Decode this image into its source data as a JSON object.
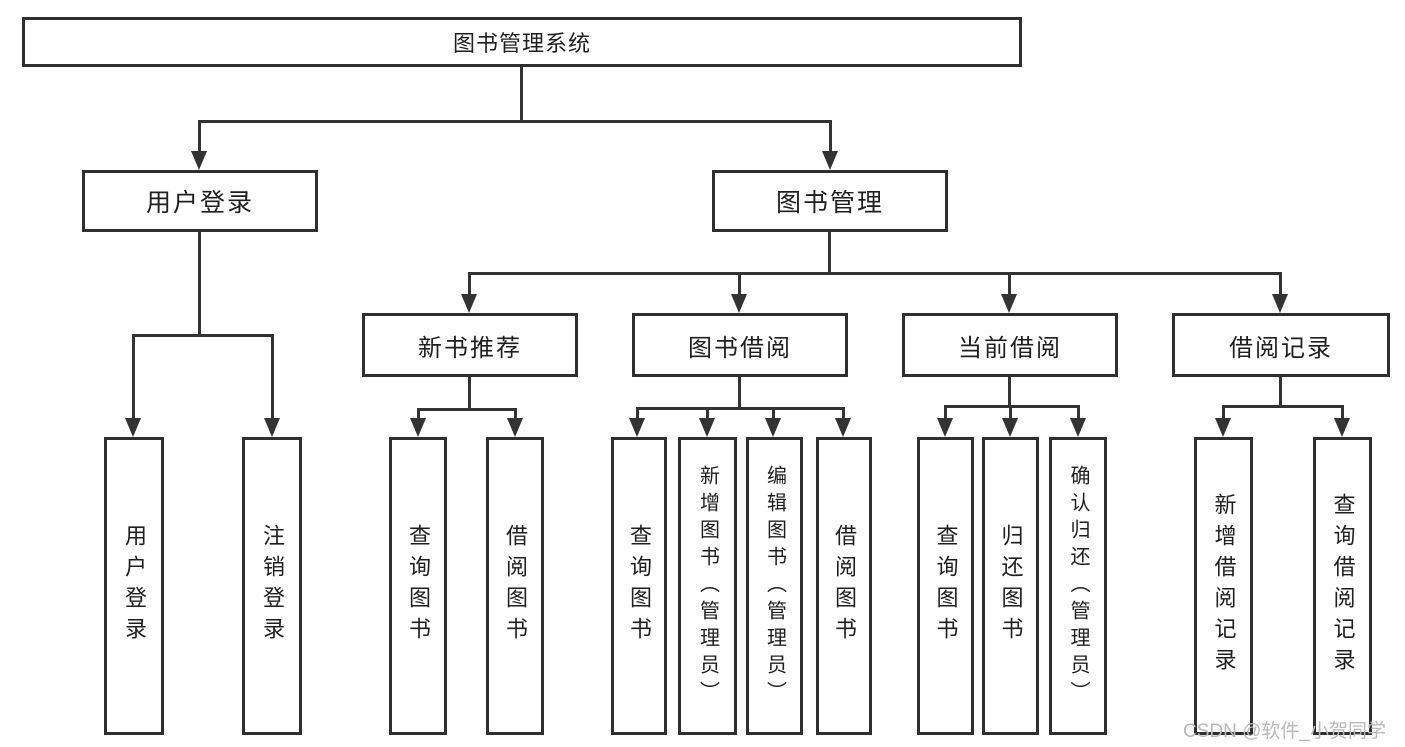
{
  "diagram": {
    "title": {
      "label": "图书管理系统"
    },
    "branches": [
      {
        "label": "用户登录",
        "children": [
          {
            "label": "用户登录"
          },
          {
            "label": "注销登录"
          }
        ]
      },
      {
        "label": "图书管理",
        "children": [
          {
            "label": "新书推荐",
            "children": [
              {
                "label": "查询图书"
              },
              {
                "label": "借阅图书"
              }
            ]
          },
          {
            "label": "图书借阅",
            "children": [
              {
                "label": "查询图书"
              },
              {
                "label": "新增图书（管理员）"
              },
              {
                "label": "编辑图书（管理员）"
              },
              {
                "label": "借阅图书"
              }
            ]
          },
          {
            "label": "当前借阅",
            "children": [
              {
                "label": "查询图书"
              },
              {
                "label": "归还图书"
              },
              {
                "label": "确认归还（管理员）"
              }
            ]
          },
          {
            "label": "借阅记录",
            "children": [
              {
                "label": "新增借阅记录"
              },
              {
                "label": "查询借阅记录"
              }
            ]
          }
        ]
      }
    ],
    "watermark": "CSDN @软件_小贺同学",
    "colors": {
      "line": "#333333",
      "box_border": "#2f2f2f",
      "box_background": "#ffffff",
      "text": "#1f1f1f",
      "watermark": "#b9b9b9"
    }
  }
}
